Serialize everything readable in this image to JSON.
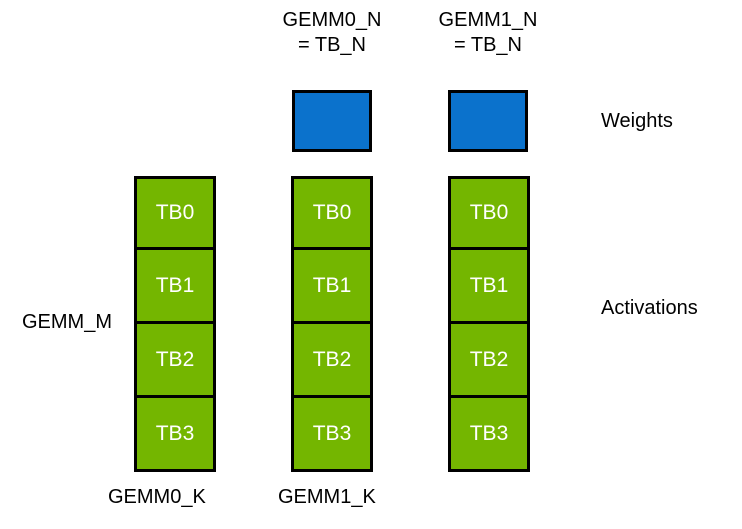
{
  "diagram": {
    "title_labels": {
      "gemm0_n": "GEMM0_N\n= TB_N",
      "gemm1_n": "GEMM1_N\n= TB_N"
    },
    "side_labels": {
      "weights": "Weights",
      "activations": "Activations",
      "gemm_m": "GEMM_M"
    },
    "bottom_labels": {
      "gemm0_k": "GEMM0_K",
      "gemm1_k": "GEMM1_K"
    },
    "colors": {
      "weights_fill": "#0B72CC",
      "activations_fill": "#74B600",
      "border": "#000000",
      "background": "#ffffff",
      "tb_text": "#ffffff"
    },
    "columns": [
      {
        "name": "column-0",
        "has_weight_box": false,
        "tb_blocks": [
          "TB0",
          "TB1",
          "TB2",
          "TB3"
        ]
      },
      {
        "name": "column-1",
        "has_weight_box": true,
        "tb_blocks": [
          "TB0",
          "TB1",
          "TB2",
          "TB3"
        ]
      },
      {
        "name": "column-2",
        "has_weight_box": true,
        "tb_blocks": [
          "TB0",
          "TB1",
          "TB2",
          "TB3"
        ]
      }
    ]
  }
}
